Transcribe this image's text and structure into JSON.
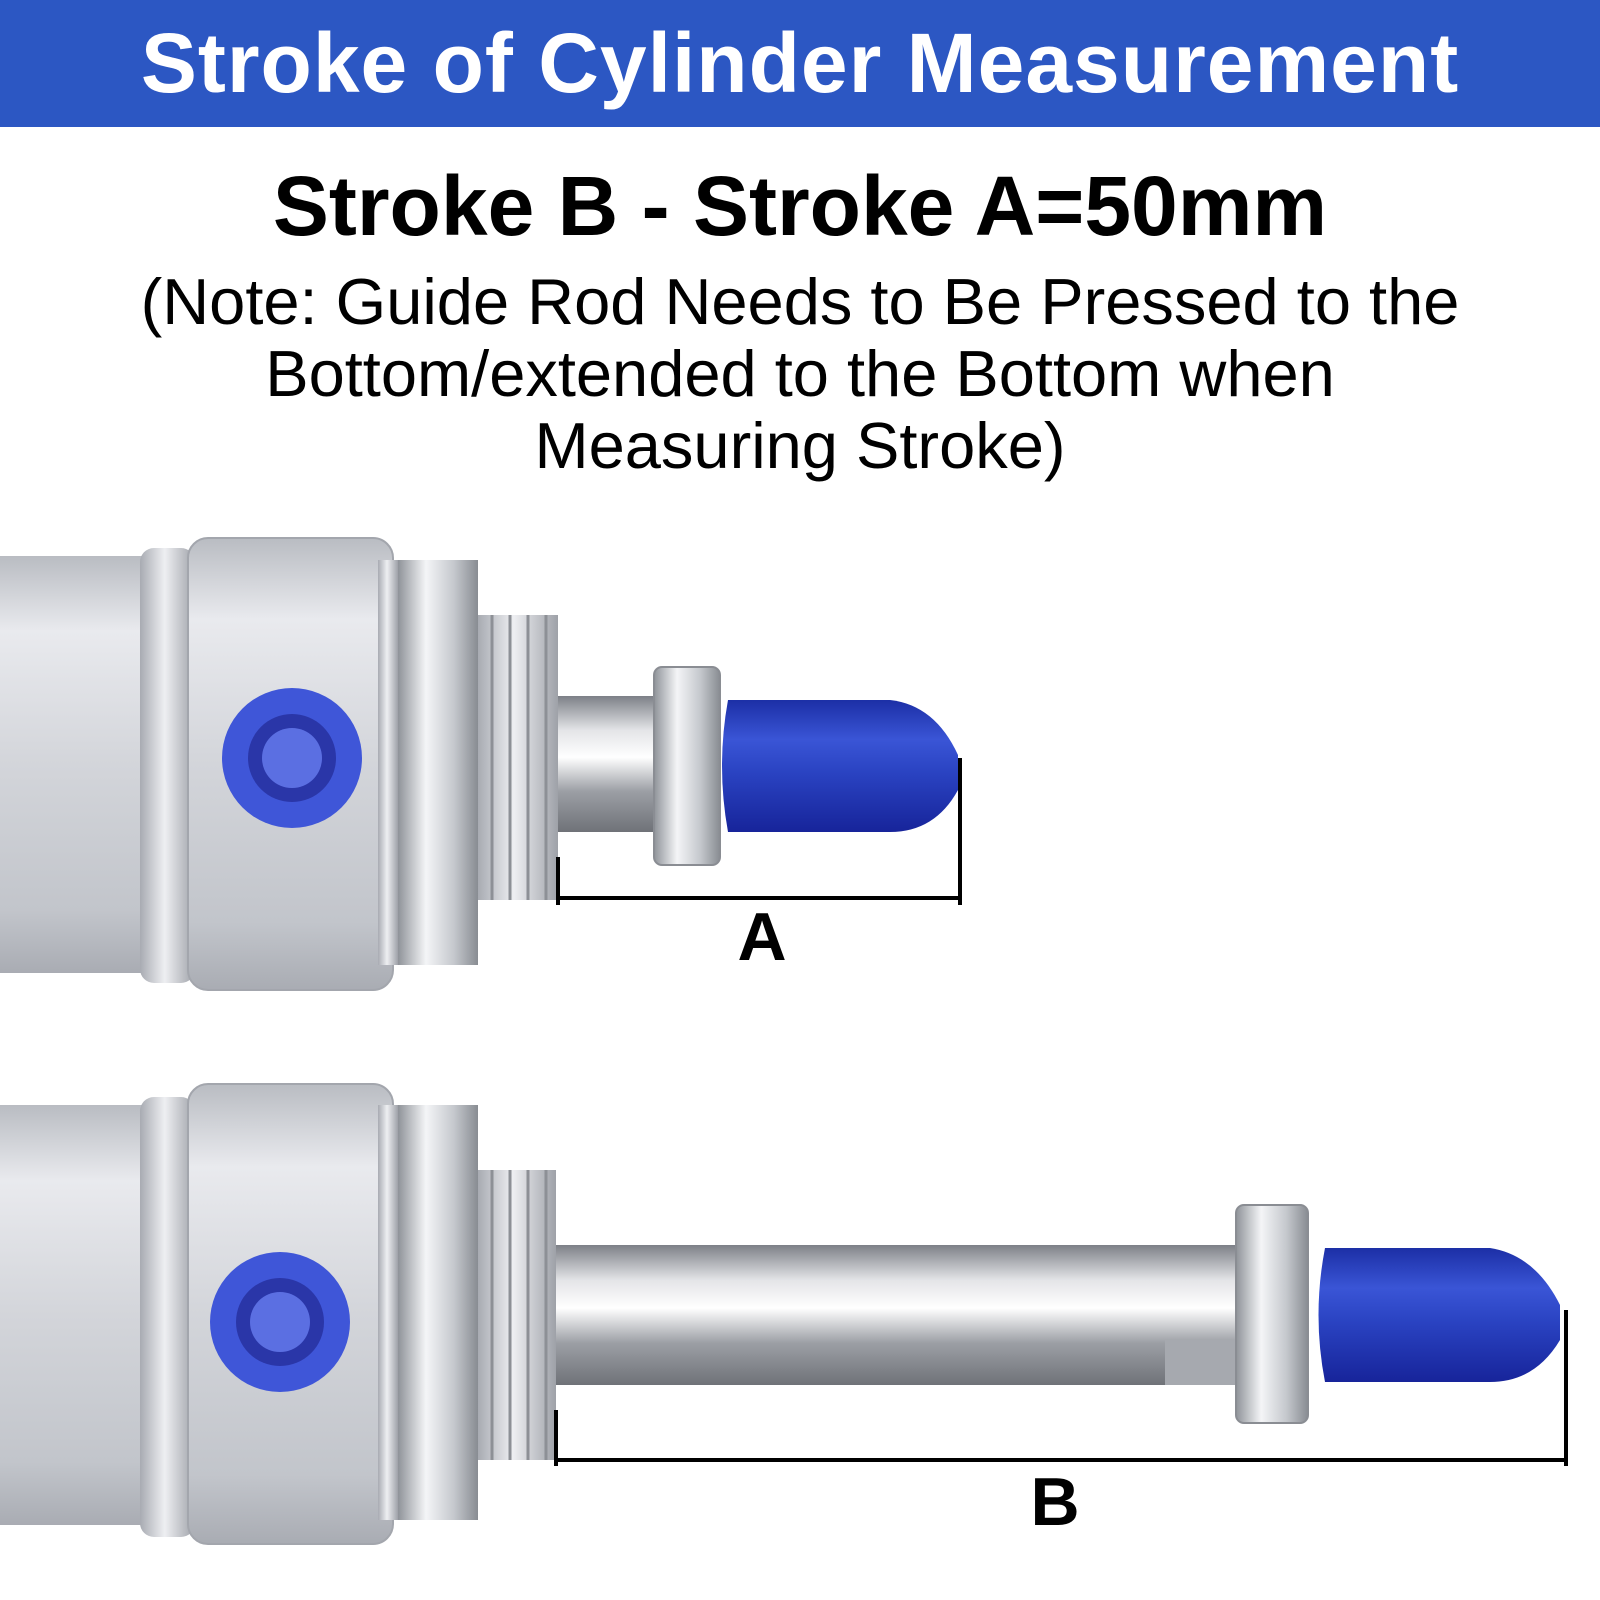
{
  "header": {
    "title": "Stroke of Cylinder Measurement"
  },
  "formula": "Stroke B - Stroke A=50mm",
  "note": {
    "lines": [
      "(Note: Guide Rod Needs to Be Pressed to the",
      "Bottom/extended to the Bottom when",
      "Measuring Stroke)"
    ]
  },
  "diagrams": {
    "retracted": {
      "dimension_label": "A"
    },
    "extended": {
      "dimension_label": "B"
    }
  },
  "colors": {
    "banner": "#2c57c3",
    "cap_blue": "#2747c4",
    "port_blue": "#3f56d8",
    "metal": "#c9ccd2"
  }
}
